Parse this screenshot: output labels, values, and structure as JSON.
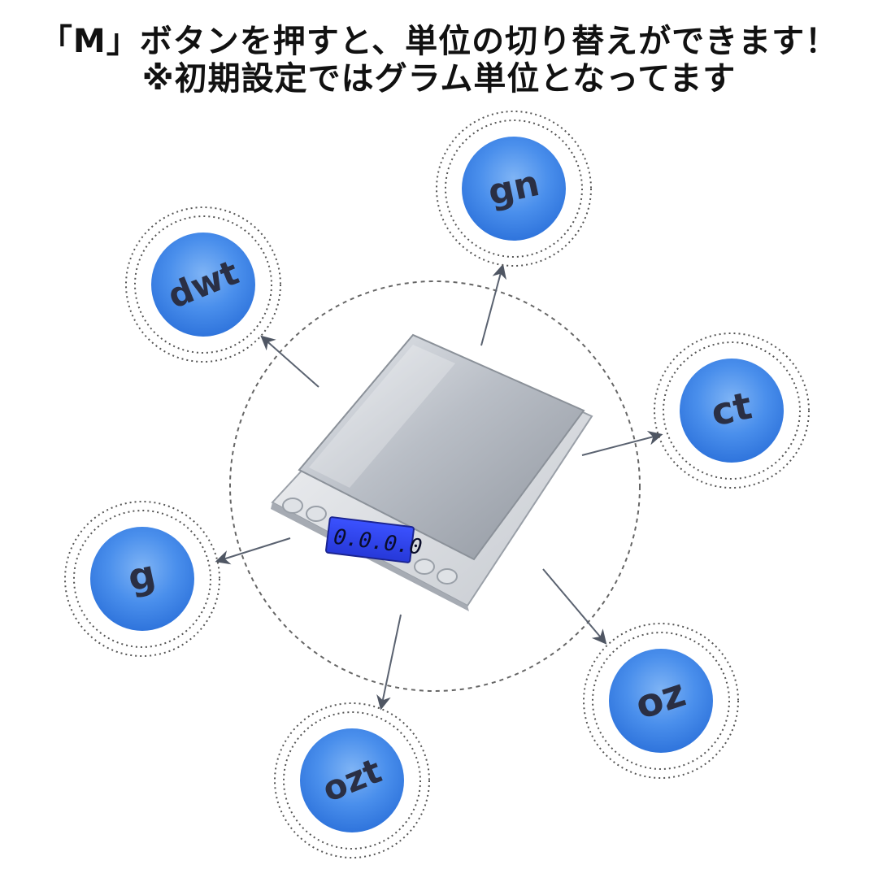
{
  "caption": {
    "line1": "「M」ボタンを押すと、単位の切り替えができます！",
    "line2": "※初期設定ではグラム単位となってます"
  },
  "scale": {
    "display": "0.0.0.0"
  },
  "units": [
    {
      "id": "gn",
      "label": "gn"
    },
    {
      "id": "dwt",
      "label": "dwt"
    },
    {
      "id": "ct",
      "label": "ct"
    },
    {
      "id": "g",
      "label": "g"
    },
    {
      "id": "oz",
      "label": "oz"
    },
    {
      "id": "ozt",
      "label": "ozt"
    }
  ],
  "colors": {
    "badge": "#3f86e8",
    "badge_light": "#6aa6f2",
    "arrow": "#5a6270",
    "dotted_ring": "#555555"
  }
}
